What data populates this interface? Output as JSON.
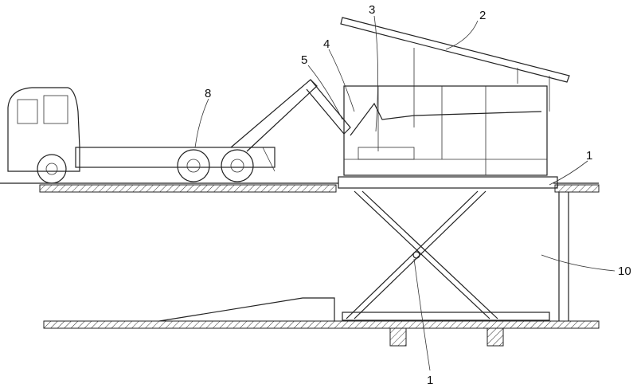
{
  "figure": {
    "reference_labels": {
      "label_3": "3",
      "label_2": "2",
      "label_4": "4",
      "label_5": "5",
      "label_8": "8",
      "label_1_upper": "1",
      "label_10": "10",
      "label_1_lower": "1"
    }
  }
}
